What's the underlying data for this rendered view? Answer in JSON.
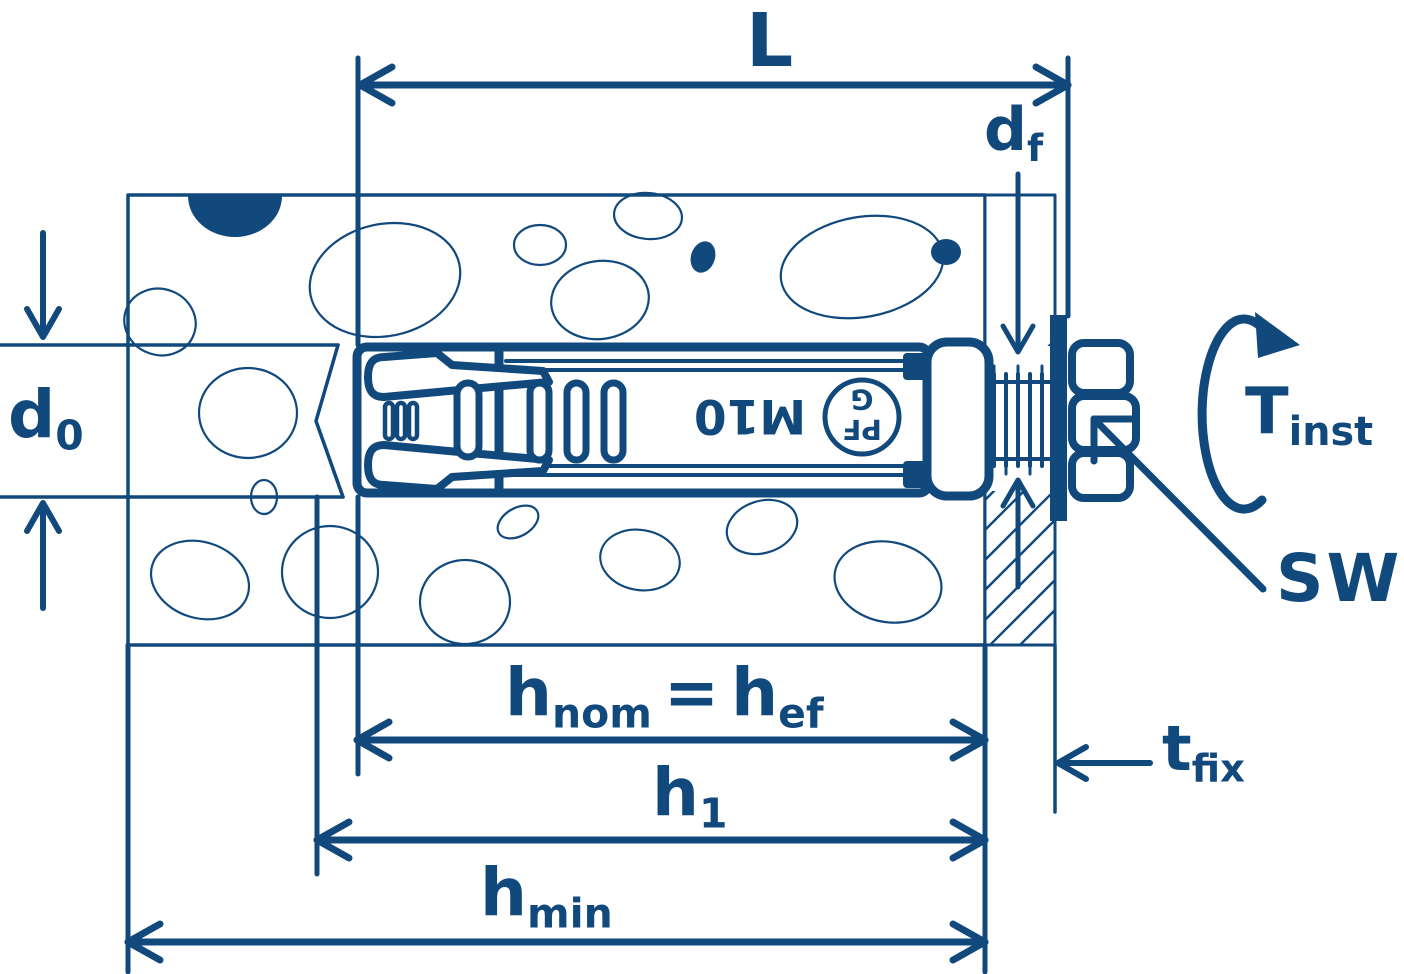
{
  "meta": {
    "description": "Installation cross-section drawing of a torque-controlled sleeve expansion anchor (size M10) set in a concrete member through a fixture plate, with installation dimension symbols"
  },
  "colors": {
    "ink": "#11497d",
    "paper": "#ffffff"
  },
  "anchor_marking": {
    "size": "M10",
    "logo_top": "PF",
    "logo_bottom": "G"
  },
  "dimensions": {
    "length": "L",
    "hole_diameter": {
      "base": "d",
      "sub": "0"
    },
    "clearance_hole_diameter": {
      "base": "d",
      "sub": "f"
    },
    "nominal_embedment": {
      "base": "h",
      "sub": "nom"
    },
    "equals_sign": "=",
    "effective_embedment": {
      "base": "h",
      "sub": "ef"
    },
    "drill_hole_depth": {
      "base": "h",
      "sub": "1"
    },
    "min_member_thickness": {
      "base": "h",
      "sub": "min"
    },
    "fixture_thickness": {
      "base": "t",
      "sub": "fix"
    },
    "installation_torque": {
      "base": "T",
      "sub": "inst"
    },
    "wrench_size": "SW"
  }
}
